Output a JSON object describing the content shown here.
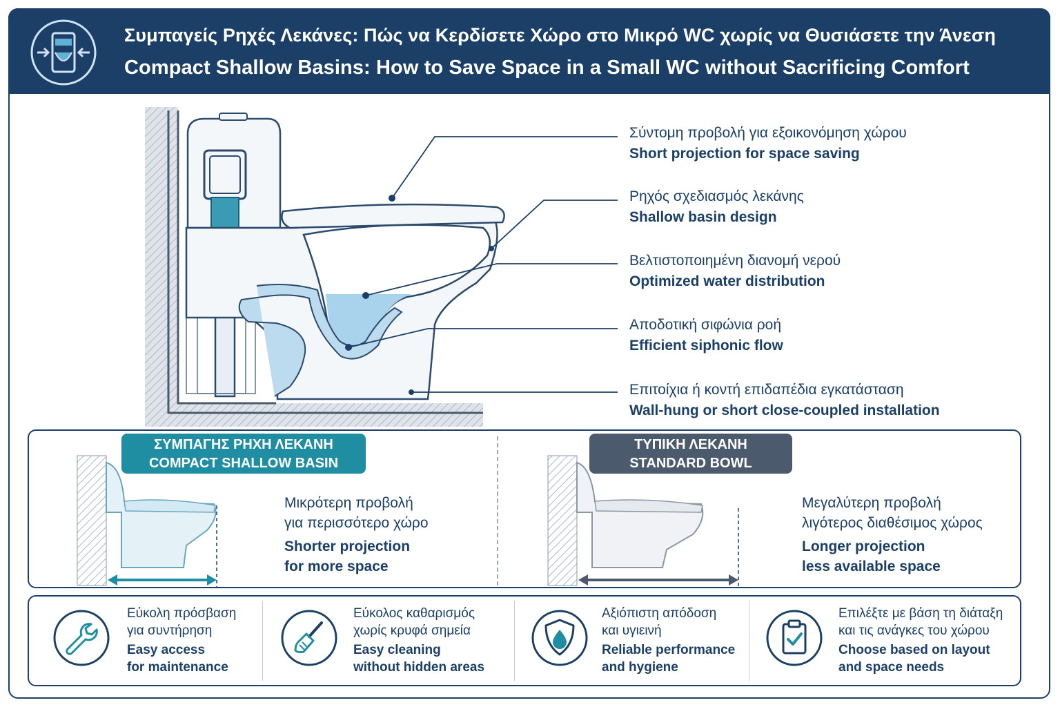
{
  "header": {
    "title_el": "Συμπαγείς Ρηχές Λεκάνες: Πώς να Κερδίσετε Χώρο στο Μικρό WC χωρίς να Θυσιάσετε την Άνεση",
    "title_en": "Compact Shallow Basins: How to Save Space in a Small WC without Sacrificing Comfort"
  },
  "callouts": [
    {
      "el": "Σύντομη προβολή για εξοικονόμηση χώρου",
      "en": "Short projection for space saving"
    },
    {
      "el": "Ρηχός σχεδιασμός λεκάνης",
      "en": "Shallow basin design"
    },
    {
      "el": "Βελτιστοποιημένη διανομή νερού",
      "en": "Optimized water distribution"
    },
    {
      "el": "Αποδοτική σιφώνια ροή",
      "en": "Efficient siphonic flow"
    },
    {
      "el": "Επιτοίχια ή κοντή επιδαπέδια εγκατάσταση",
      "en": "Wall-hung or short close-coupled installation"
    }
  ],
  "comparison": {
    "compact": {
      "badge_el": "ΣΥΜΠΑΓΗΣ ΡΗΧΗ ΛΕΚΑΝΗ",
      "badge_en": "COMPACT SHALLOW BASIN",
      "line1": "Μικρότερη προβολή",
      "line2": "για περισσότερο χώρο",
      "line3": "Shorter projection",
      "line4": "for more space"
    },
    "standard": {
      "badge_el": "ΤΥΠΙΚΗ ΛΕΚΑΝΗ",
      "badge_en": "STANDARD BOWL",
      "line1": "Μεγαλύτερη προβολή",
      "line2": "λιγότερος διαθέσιμος χώρος",
      "line3": "Longer projection",
      "line4": "less available space"
    }
  },
  "features": [
    {
      "icon": "wrench-icon",
      "el1": "Εύκολη πρόσβαση",
      "el2": "για συντήρηση",
      "en1": "Easy access",
      "en2": "for maintenance"
    },
    {
      "icon": "brush-icon",
      "el1": "Εύκολος καθαρισμός",
      "el2": "χωρίς κρυφά σημεία",
      "en1": "Easy cleaning",
      "en2": "without hidden areas"
    },
    {
      "icon": "shield-droplet-icon",
      "el1": "Αξιόπιστη απόδοση",
      "el2": "και υγιεινή",
      "en1": "Reliable performance",
      "en2": "and hygiene"
    },
    {
      "icon": "clipboard-check-icon",
      "el1": "Επιλέξτε με βάση τη διάταξη",
      "el2": "και τις ανάγκες του χώρου",
      "en1": "Choose based on layout",
      "en2": "and space needs"
    }
  ],
  "colors": {
    "navy": "#1b3f66",
    "teal": "#1f8ea3",
    "slate": "#4c5a6e",
    "water": "#a9d3ec"
  }
}
